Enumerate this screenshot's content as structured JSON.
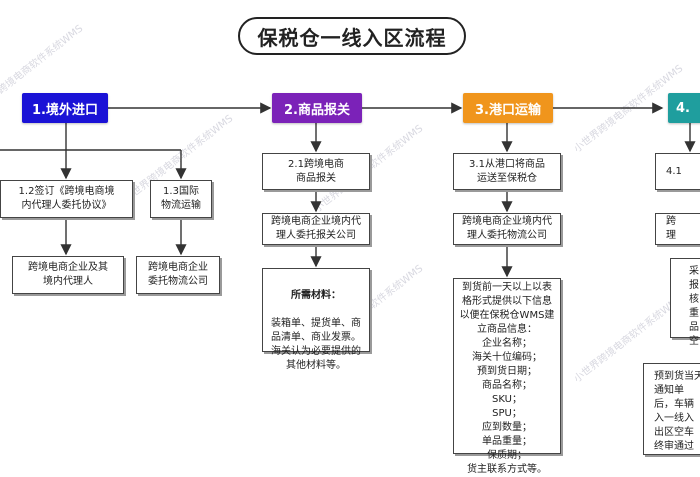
{
  "title": "保税仓一线入区流程",
  "stages": [
    {
      "label": "1.境外进口",
      "color": "#1a12d6"
    },
    {
      "label": "2.商品报关",
      "color": "#7b22b8"
    },
    {
      "label": "3.港口运输",
      "color": "#f0951c"
    },
    {
      "label": "4.",
      "color": "#1f9e9e"
    }
  ],
  "boxes": {
    "s1_a": "1.2签订《跨境电商境\n内代理人委托协议》",
    "s1_b": "1.3国际\n物流运输",
    "s1_c": "跨境电商企业及其\n境内代理人",
    "s1_d": "跨境电商企业\n委托物流公司",
    "s2_a": "2.1跨境电商\n商品报关",
    "s2_b": "跨境电商企业境内代\n理人委托报关公司",
    "s2_mat_head": "所需材料：",
    "s2_mat_body": "装箱单、提货单、商\n品清单、商业发票。\n海关认为必要提供的\n其他材料等。",
    "s3_a": "3.1从港口将商品\n运送至保税仓",
    "s3_b": "跨境电商企业境内代\n理人委托物流公司",
    "s3_c": "到货前一天以上以表\n格形式提供以下信息\n以便在保税仓WMS建\n立商品信息：\n企业名称；\n海关十位编码；\n预到货日期；\n商品名称；\nSKU；\nSPU；\n应到数量；\n单品重量；\n保质期；\n货主联系方式等。",
    "s4_a": "4.1",
    "s4_b": "跨\n理",
    "s4_c": "采\n报\n核\n重\n品\n空",
    "s4_d": "预到货当天\n通知单\n后，车辆\n入一线入\n出区空车\n终审通过"
  },
  "watermark": "小世界跨境电商软件系统WMS"
}
